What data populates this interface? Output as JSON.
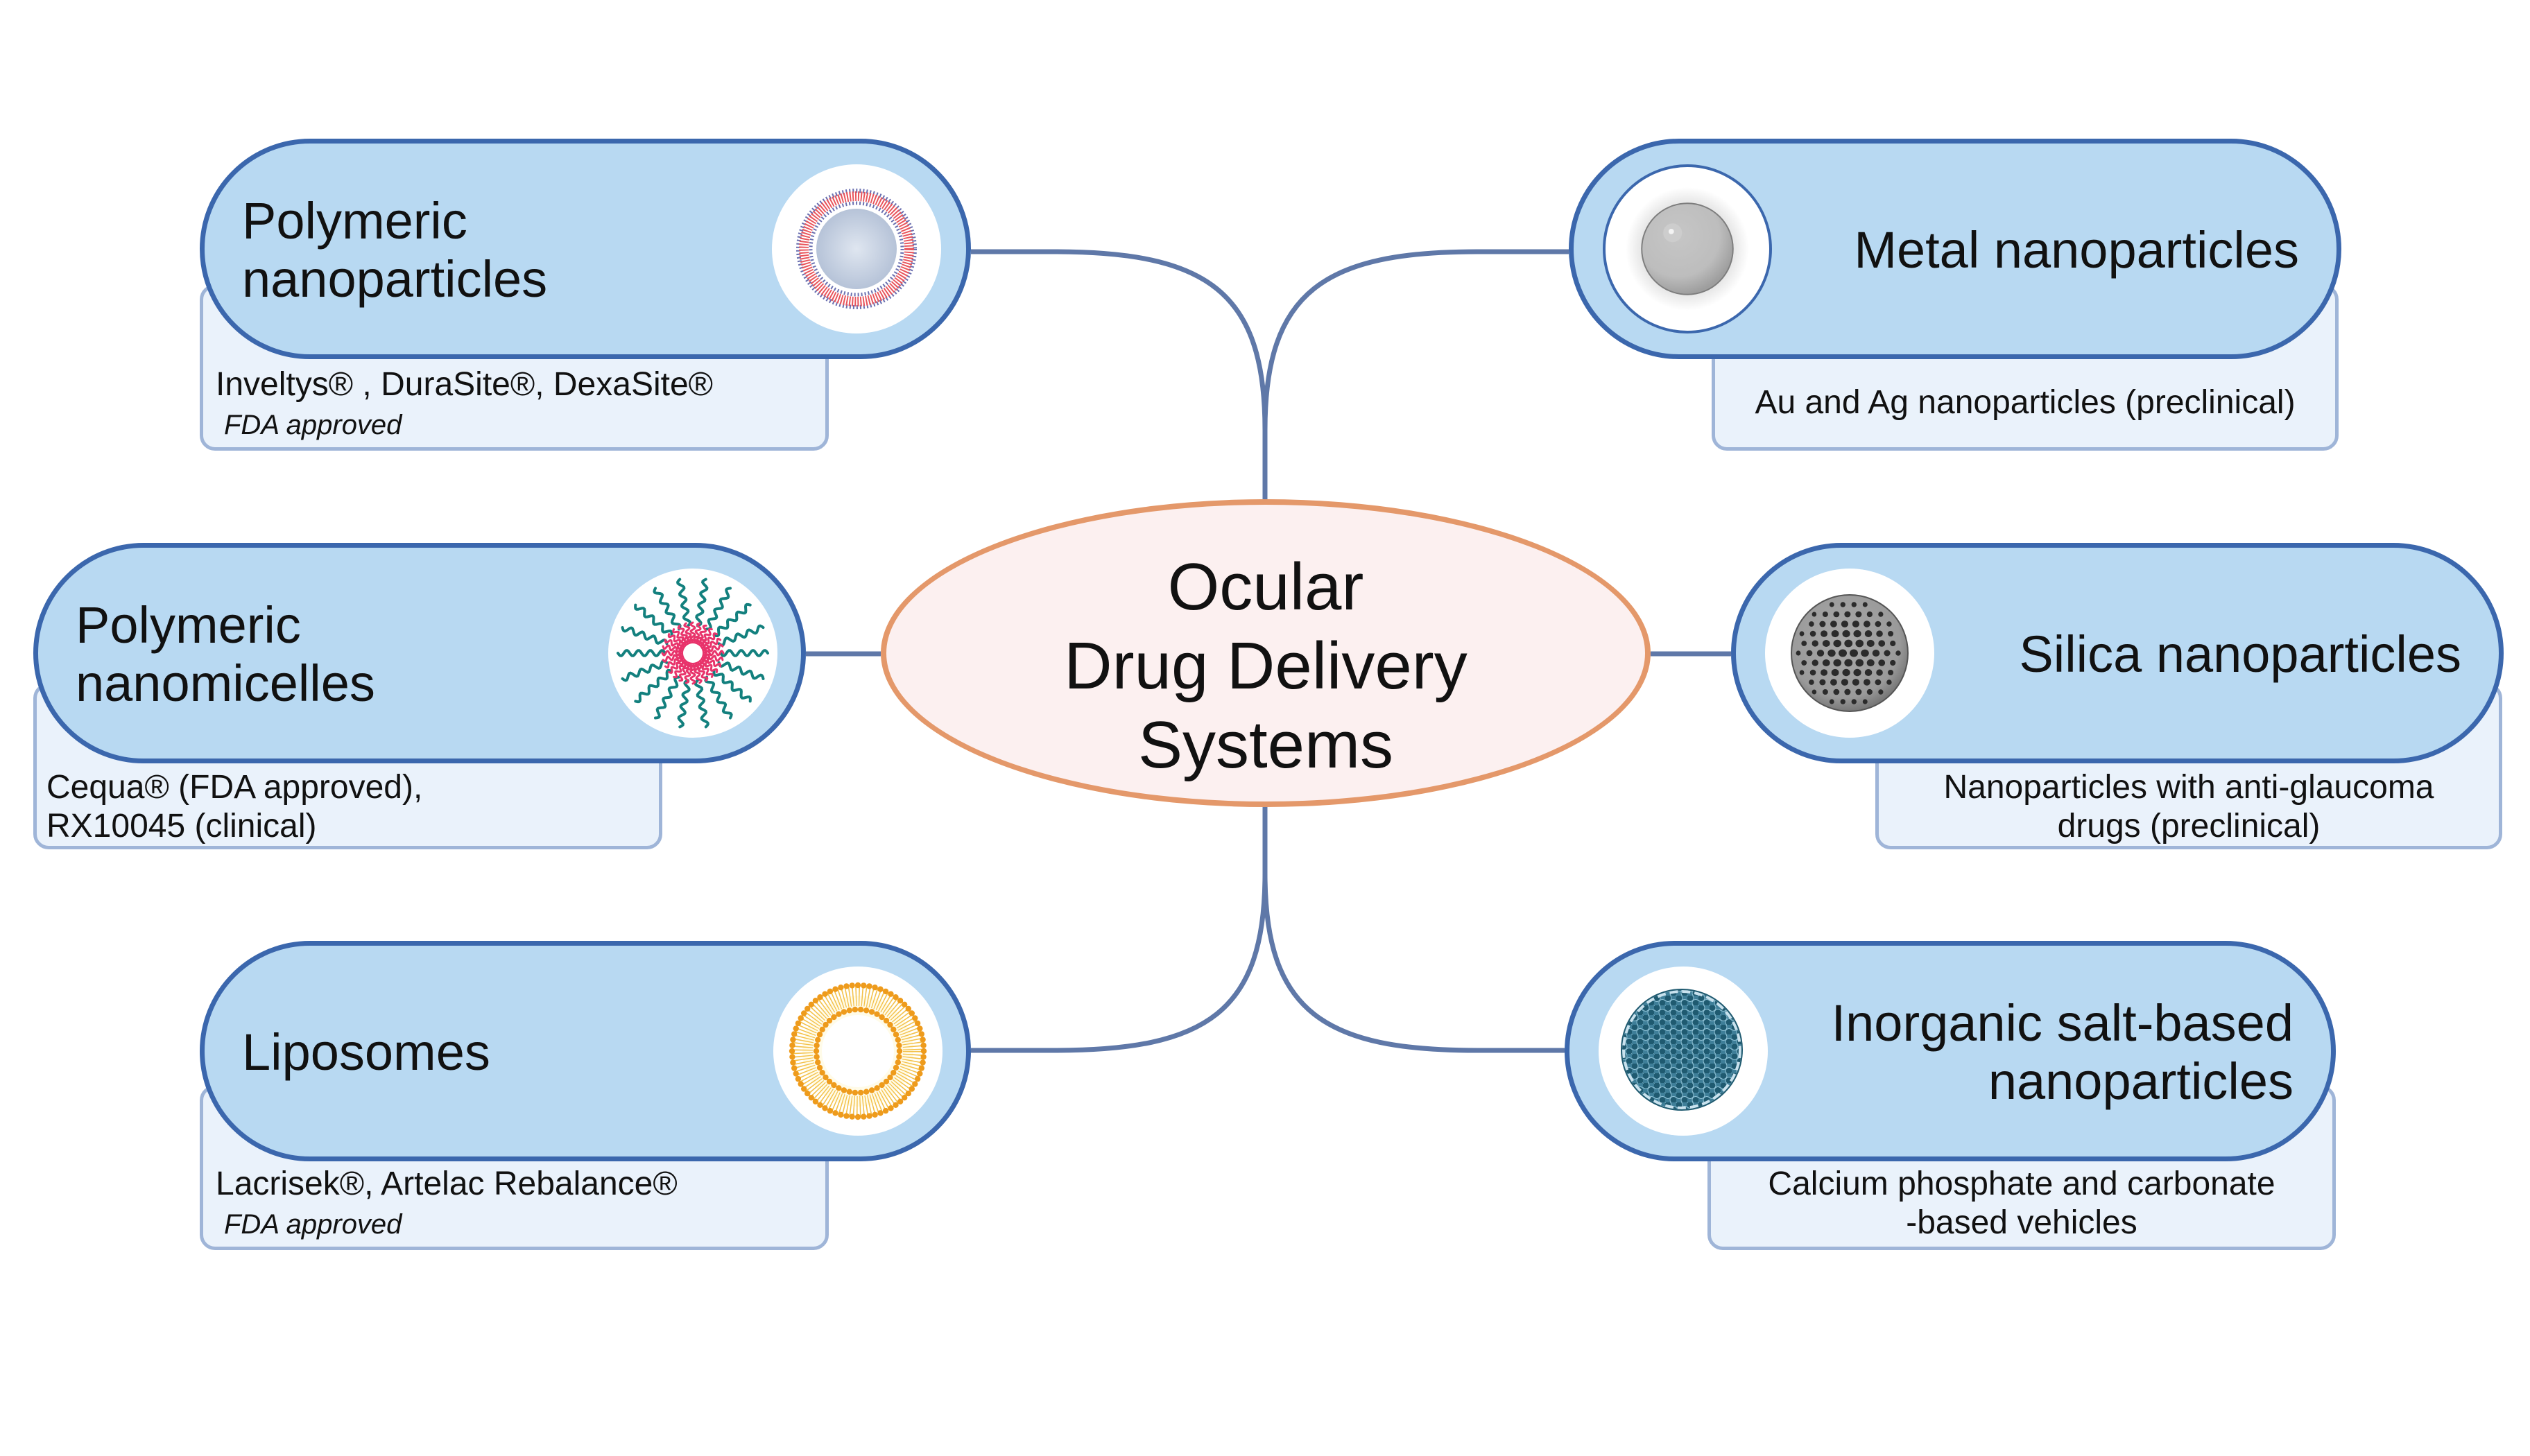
{
  "center": {
    "lines": [
      "Ocular",
      "Drug Delivery",
      "Systems"
    ]
  },
  "colors": {
    "pill_fill": "#b8d9f2",
    "pill_border": "#3b67ad",
    "sub_fill": "#eaf2fb",
    "sub_border": "#9fb5d8",
    "center_fill": "#fcf0f0",
    "center_border": "#e4986a",
    "connector": "#5f78a8"
  },
  "nodes": {
    "polymeric_nanoparticles": {
      "title": [
        "Polymeric",
        "nanoparticles"
      ],
      "icon": "polymeric-nanoparticle-icon",
      "details": [
        "Inveltys® , DuraSite®, DexaSite®"
      ],
      "note": "FDA approved"
    },
    "metal_nanoparticles": {
      "title": [
        "Metal nanoparticles"
      ],
      "icon": "metal-nanoparticle-icon",
      "details": [
        "Au and Ag nanoparticles (preclinical)"
      ]
    },
    "polymeric_nanomicelles": {
      "title": [
        "Polymeric",
        "nanomicelles"
      ],
      "icon": "nanomicelle-icon",
      "details": [
        "Cequa® (FDA approved),",
        "RX10045 (clinical)"
      ]
    },
    "silica_nanoparticles": {
      "title": [
        "Silica nanoparticles"
      ],
      "icon": "silica-nanoparticle-icon",
      "details": [
        "Nanoparticles with anti-glaucoma",
        "drugs (preclinical)"
      ]
    },
    "liposomes": {
      "title": [
        "Liposomes"
      ],
      "icon": "liposome-icon",
      "details": [
        "Lacrisek®, Artelac Rebalance®"
      ],
      "note": "FDA approved"
    },
    "inorganic_salt": {
      "title": [
        "Inorganic salt-based",
        "nanoparticles"
      ],
      "icon": "inorganic-salt-nanoparticle-icon",
      "details": [
        "Calcium phosphate and carbonate",
        "-based vehicles"
      ]
    }
  }
}
